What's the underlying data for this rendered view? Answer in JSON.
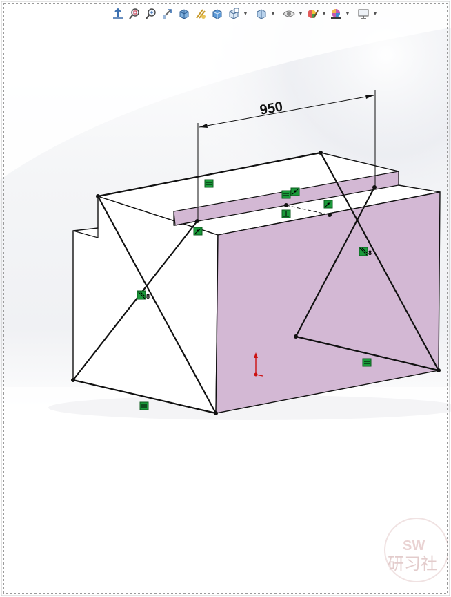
{
  "toolbar": {
    "buttons": [
      {
        "icon": "view-orientation-icon",
        "label": "View Orientation"
      },
      {
        "icon": "zoom-to-fit-icon",
        "label": "Zoom to Fit"
      },
      {
        "icon": "zoom-to-area-icon",
        "label": "Zoom to Area"
      },
      {
        "icon": "previous-view-icon",
        "label": "Previous View"
      },
      {
        "icon": "section-view-icon",
        "label": "Section View"
      },
      {
        "icon": "dynamic-annotation-icon",
        "label": "Dynamic Annotation Views"
      },
      {
        "icon": "view-cube-icon",
        "label": "View Orientation Cube"
      },
      {
        "icon": "display-style-icon",
        "label": "Display Style"
      },
      {
        "icon": "hide-show-items-icon",
        "label": "Hide/Show Items"
      },
      {
        "icon": "visibility-eye-icon",
        "label": "View Settings"
      },
      {
        "icon": "edit-appearance-icon",
        "label": "Edit Appearance"
      },
      {
        "icon": "apply-scene-icon",
        "label": "Apply Scene"
      },
      {
        "icon": "view-settings-monitor-icon",
        "label": "Display Settings"
      }
    ]
  },
  "sketch": {
    "dimension_value": "950",
    "relation_labels": {
      "left_diagonal": "8",
      "right_diagonal": "8"
    },
    "colors": {
      "sketch_line": "#111111",
      "highlight_face": "#d3b8d4",
      "relation_badge": "#1a9a3a",
      "origin": "#cc1111"
    }
  },
  "watermark": {
    "logo": "SW",
    "text": "研习社"
  }
}
